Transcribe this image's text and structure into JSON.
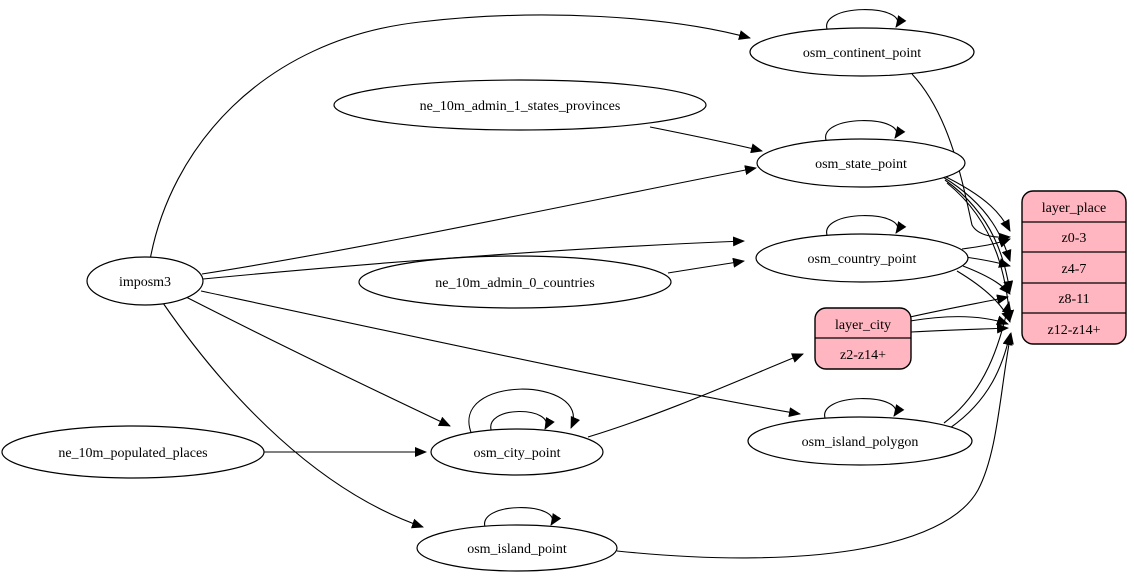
{
  "diagram": {
    "type": "etl-graph",
    "colors": {
      "record_fill": "#ffb6c1",
      "node_fill": "#ffffff",
      "stroke": "#000000",
      "background": "#ffffff"
    },
    "nodes": {
      "imposm3": {
        "label": "imposm3"
      },
      "ne_10m_admin_1_states_provinces": {
        "label": "ne_10m_admin_1_states_provinces"
      },
      "ne_10m_admin_0_countries": {
        "label": "ne_10m_admin_0_countries"
      },
      "ne_10m_populated_places": {
        "label": "ne_10m_populated_places"
      },
      "osm_continent_point": {
        "label": "osm_continent_point"
      },
      "osm_state_point": {
        "label": "osm_state_point"
      },
      "osm_country_point": {
        "label": "osm_country_point"
      },
      "osm_city_point": {
        "label": "osm_city_point"
      },
      "osm_island_polygon": {
        "label": "osm_island_polygon"
      },
      "osm_island_point": {
        "label": "osm_island_point"
      }
    },
    "records": {
      "layer_place": {
        "title": "layer_place",
        "rows": [
          "z0-3",
          "z4-7",
          "z8-11",
          "z12-z14+"
        ]
      },
      "layer_city": {
        "title": "layer_city",
        "rows": [
          "z2-z14+"
        ]
      }
    },
    "edges": [
      {
        "from": "imposm3",
        "to": "osm_continent_point"
      },
      {
        "from": "imposm3",
        "to": "osm_state_point"
      },
      {
        "from": "imposm3",
        "to": "osm_country_point"
      },
      {
        "from": "imposm3",
        "to": "osm_city_point"
      },
      {
        "from": "imposm3",
        "to": "osm_island_polygon"
      },
      {
        "from": "imposm3",
        "to": "osm_island_point"
      },
      {
        "from": "ne_10m_admin_1_states_provinces",
        "to": "osm_state_point"
      },
      {
        "from": "ne_10m_admin_0_countries",
        "to": "osm_country_point"
      },
      {
        "from": "ne_10m_populated_places",
        "to": "osm_city_point"
      },
      {
        "from": "osm_continent_point",
        "to": "layer_place",
        "row": "z0-3"
      },
      {
        "from": "osm_state_point",
        "to": "layer_place",
        "row": "z0-3"
      },
      {
        "from": "osm_state_point",
        "to": "layer_place",
        "row": "z4-7"
      },
      {
        "from": "osm_state_point",
        "to": "layer_place",
        "row": "z8-11"
      },
      {
        "from": "osm_state_point",
        "to": "layer_place",
        "row": "z12-z14+"
      },
      {
        "from": "osm_country_point",
        "to": "layer_place",
        "row": "z0-3"
      },
      {
        "from": "osm_country_point",
        "to": "layer_place",
        "row": "z4-7"
      },
      {
        "from": "osm_country_point",
        "to": "layer_place",
        "row": "z8-11"
      },
      {
        "from": "osm_country_point",
        "to": "layer_place",
        "row": "z12-z14+"
      },
      {
        "from": "osm_city_point",
        "to": "layer_city",
        "row": "z2-z14+"
      },
      {
        "from": "layer_city",
        "to": "layer_place",
        "row": "z8-11"
      },
      {
        "from": "layer_city",
        "to": "layer_place",
        "row": "z12-z14+"
      },
      {
        "from": "osm_island_polygon",
        "to": "layer_place",
        "row": "z8-11"
      },
      {
        "from": "osm_island_polygon",
        "to": "layer_place",
        "row": "z12-z14+"
      },
      {
        "from": "osm_island_point",
        "to": "layer_place",
        "row": "z12-z14+"
      }
    ],
    "self_loops": [
      "osm_continent_point",
      "osm_state_point",
      "osm_country_point",
      "osm_city_point",
      "osm_city_point",
      "osm_island_polygon",
      "osm_island_point"
    ]
  }
}
